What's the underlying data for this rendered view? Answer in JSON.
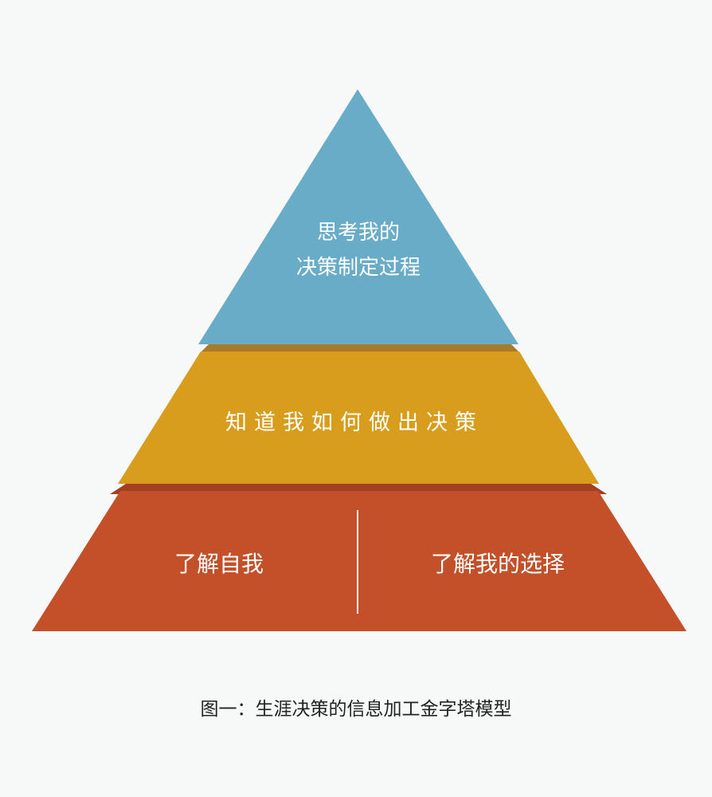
{
  "diagram": {
    "tiers": [
      {
        "id": "top",
        "lines": [
          "思考我的",
          "决策制定过程"
        ],
        "color": "#68acc8"
      },
      {
        "id": "middle",
        "text": "知道我如何做出决策",
        "color": "#d99d1e",
        "shadow": "#a77a2c"
      },
      {
        "id": "bottom",
        "left_text": "了解自我",
        "right_text": "了解我的选择",
        "color": "#c4502a",
        "shadow": "#a33f22"
      }
    ],
    "caption": "图一：生涯决策的信息加工金字塔模型"
  }
}
